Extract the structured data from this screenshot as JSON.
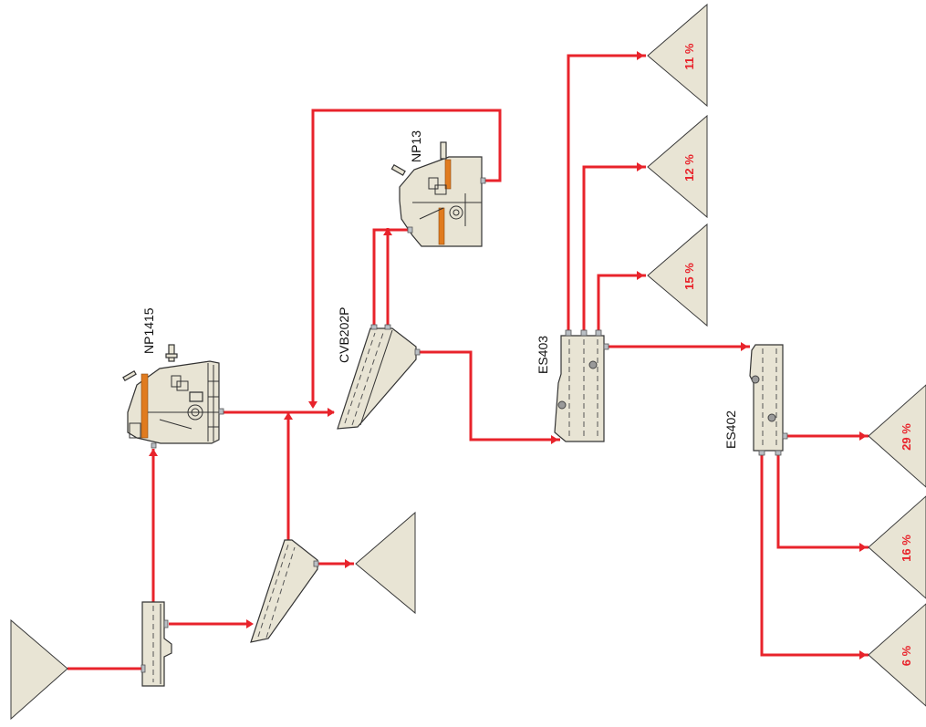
{
  "labels": {
    "np1415": "NP1415",
    "np13": "NP13",
    "cvb202p": "CVB202P",
    "es403": "ES403",
    "es402": "ES402"
  },
  "products": {
    "es403_top": "11 %",
    "es403_mid": "12 %",
    "es403_low": "15 %",
    "es402_top": "29 %",
    "es402_mid": "16 %",
    "es402_low": "6 %"
  },
  "colors": {
    "flow": "#e8232b",
    "equipment": "#e8e4d4",
    "liner": "#e07b1f"
  }
}
